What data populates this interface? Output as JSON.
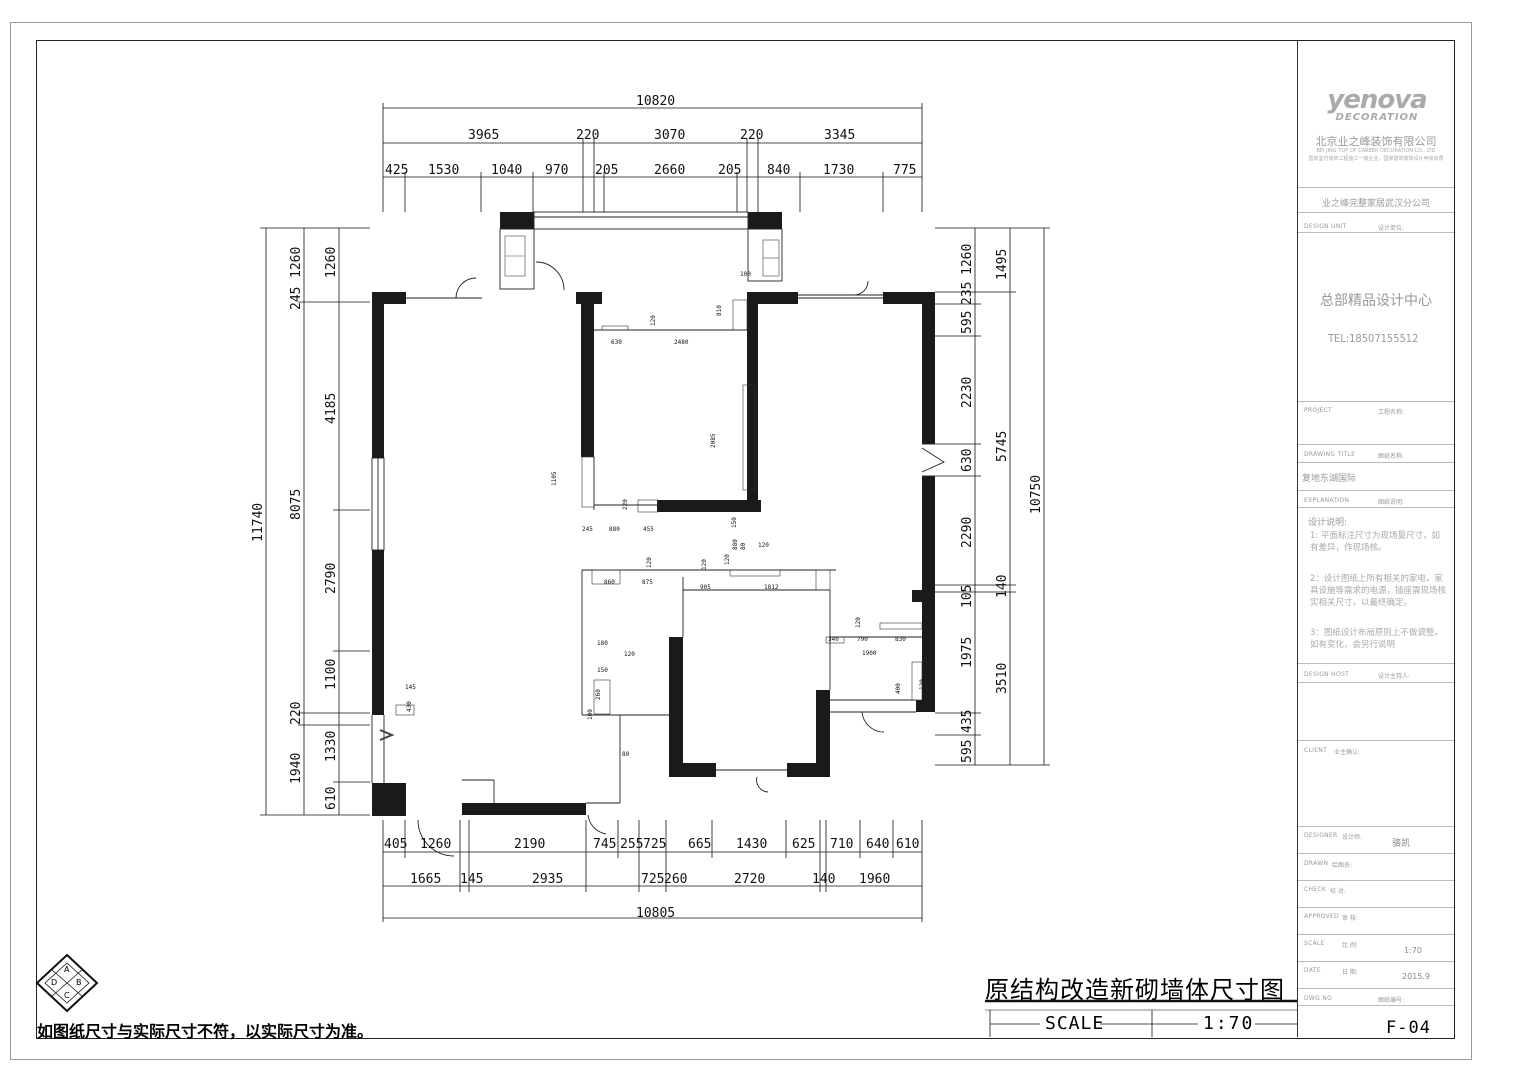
{
  "titleblock": {
    "brand": "yenova",
    "brand_sub": "DECORATION",
    "company_cn": "北京业之峰装饰有限公司",
    "company_en": "BEI JING TOP OF CAREER DECORATION CO., LTD",
    "company_slogan": "国家室内装饰工程施工一级企业、国家建筑装饰设计甲级资质",
    "branch": "业之峰完整家居武汉分公司",
    "design_unit_label": "DESIGN UNIT",
    "design_unit_sub": "设计单位:",
    "design_center": "总部精品设计中心",
    "tel": "TEL:18507155512",
    "project_label": "PROJECT",
    "project_sub": "工程名称:",
    "drawing_title_label": "DRAWING TITLE",
    "drawing_title_sub": "图纸名称:",
    "project_name": "复地东湖国际",
    "explanation_label": "EXPLANATION",
    "explanation_sub": "图纸说明:",
    "notes_title": "设计说明:",
    "notes": [
      "1:  平面标注尺寸为现场量尺寸，如有差异，作现场核。",
      "2：设计图纸上所有相关的家电，家具设施等需求的电源，插座需现场核实相关尺寸，以最终确定。",
      "3：图纸设计布局原则上不做调整。如有变化，会另行说明"
    ],
    "design_host_label": "DESIGN HOST",
    "design_host_sub": "设计主持人:",
    "client_label": "CLIENT",
    "client_sub": "业主确认:",
    "designer_label": "DESIGNER",
    "designer_sub": "设计师:",
    "designer_name": "骆凯",
    "drawn_label": "DRAWN",
    "drawn_sub": "绘图员:",
    "check_label": "CHECK",
    "check_sub": "校 对:",
    "approved_label": "APPROVED",
    "approved_sub": "审 核:",
    "scale_label": "SCALE",
    "scale_sub": "比 例:",
    "scale_value": "1:70",
    "date_label": "DATE",
    "date_sub": "日 期:",
    "date_value": "2015.9",
    "dwgno_label": "DWG NO",
    "dwgno_sub": "图纸编号:"
  },
  "title": "原结构改造新砌墙体尺寸图",
  "scale": {
    "label": "SCALE",
    "value": "1:70"
  },
  "drawing_number": "F-04",
  "disclaimer": "如图纸尺寸与实际尺寸不符，以实际尺寸为准。",
  "compass": {
    "letters": [
      "A",
      "B",
      "C",
      "D"
    ]
  },
  "dims": {
    "top_total": "10820",
    "top_mid": [
      "3965",
      "220",
      "3070",
      "220",
      "3345"
    ],
    "top_small": [
      "425",
      "1530",
      "1040",
      "970",
      "205",
      "2660",
      "205",
      "840",
      "1730",
      "775"
    ],
    "bottom_total": "10805",
    "bottom_mid": [
      "1665",
      "145",
      "2935",
      "725",
      "260",
      "2720",
      "140",
      "1960"
    ],
    "bottom_small": [
      "405",
      "1260",
      "2190",
      "745",
      "255",
      "725",
      "665",
      "1430",
      "625",
      "710",
      "640",
      "610"
    ],
    "left_total": "11740",
    "left_mid": [
      "245",
      "8075",
      "220",
      "1940"
    ],
    "left_small": [
      "1260",
      "1260",
      "4185",
      "2790",
      "1100",
      "1330",
      "610"
    ],
    "right_total": "10750",
    "right_mid": [
      "1495",
      "5745",
      "140",
      "3510"
    ],
    "right_small": [
      "1260",
      "235",
      "595",
      "2230",
      "630",
      "2290",
      "105",
      "1975",
      "435",
      "595"
    ],
    "interior": [
      "810",
      "100",
      "120",
      "630",
      "2480",
      "2085",
      "1105",
      "245",
      "880",
      "455",
      "220",
      "150",
      "120",
      "880",
      "80",
      "120",
      "120",
      "860",
      "875",
      "120",
      "905",
      "1812",
      "120",
      "1900",
      "340",
      "790",
      "830",
      "120",
      "400",
      "180",
      "120",
      "150",
      "260",
      "100",
      "430",
      "145",
      "80"
    ]
  }
}
